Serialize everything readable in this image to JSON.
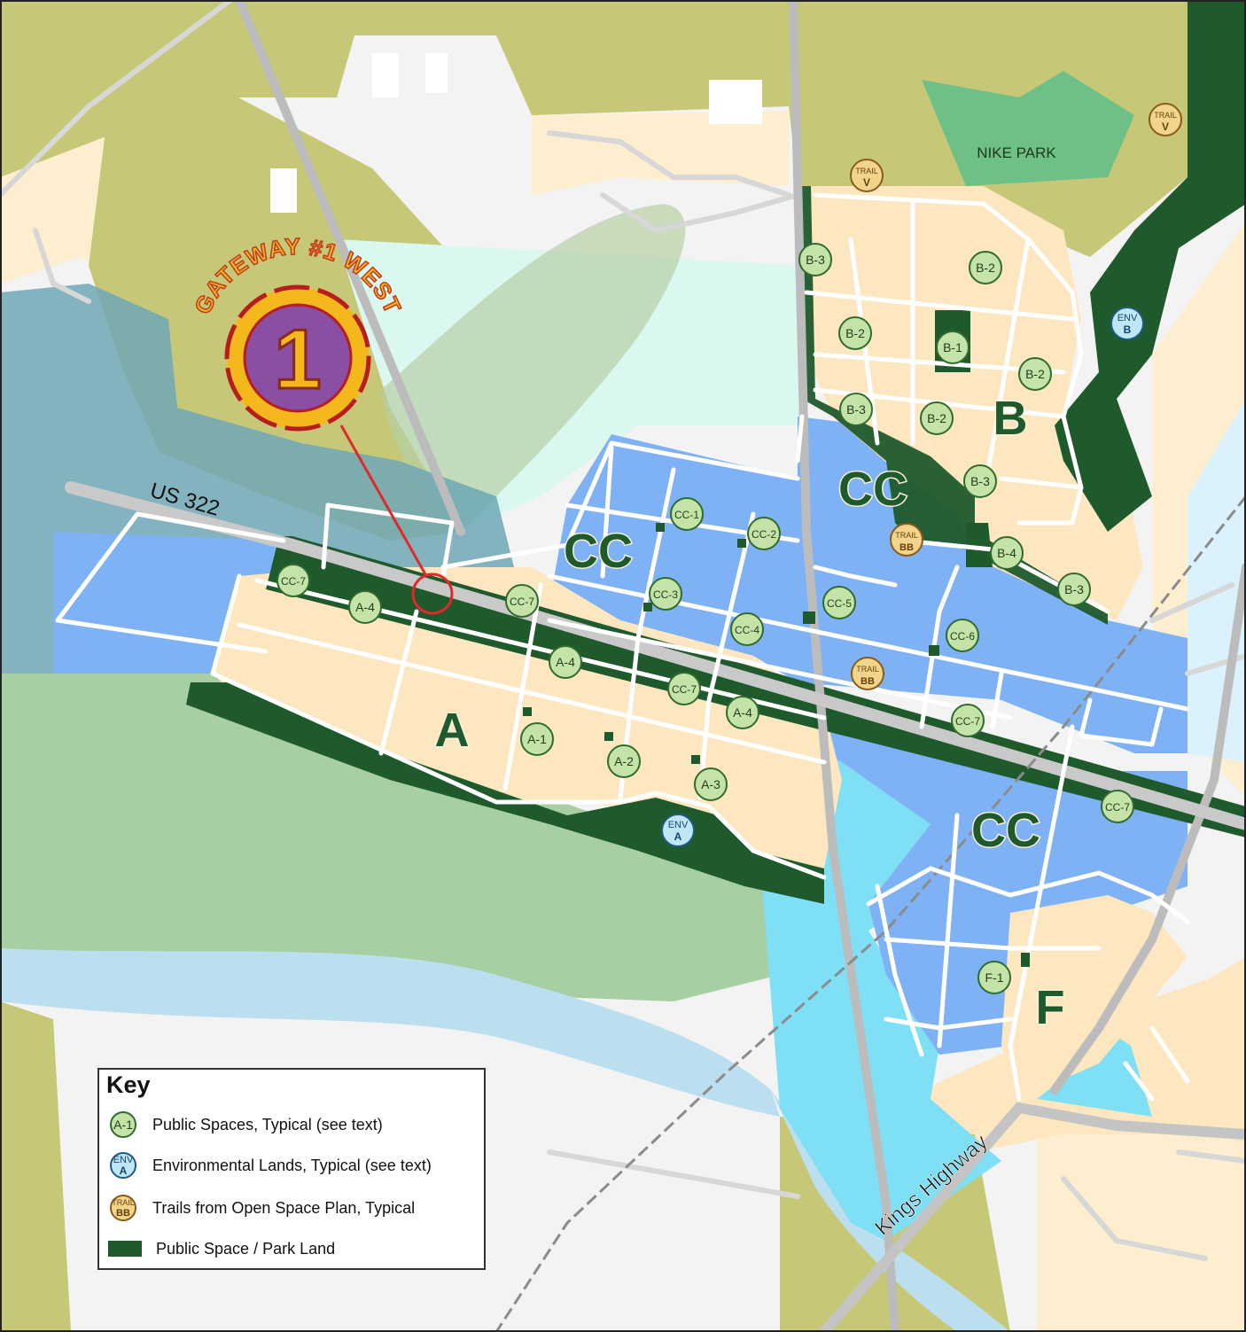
{
  "gateway": {
    "number": "1",
    "label": "GATEWAY #1 WEST"
  },
  "roads": {
    "us322": "US 322",
    "kings_highway": "Kings Highway"
  },
  "park": {
    "nike": "NIKE PARK"
  },
  "districts": {
    "a": "A",
    "b": "B",
    "cc_north": "CC",
    "cc_center": "CC",
    "cc_south": "CC",
    "f": "F"
  },
  "markers": {
    "b3_a": "B-3",
    "b2_a": "B-2",
    "b2_b": "B-2",
    "b1": "B-1",
    "b2_c": "B-2",
    "b3_b": "B-3",
    "b2_d": "B-2",
    "b3_c": "B-3",
    "b4": "B-4",
    "b3_d": "B-3",
    "cc1": "CC-1",
    "cc2": "CC-2",
    "cc3": "CC-3",
    "cc4": "CC-4",
    "cc5": "CC-5",
    "cc6": "CC-6",
    "cc7_a": "CC-7",
    "cc7_b": "CC-7",
    "cc7_c": "CC-7",
    "cc7_d": "CC-7",
    "cc7_e": "CC-7",
    "a1": "A-1",
    "a2": "A-2",
    "a3": "A-3",
    "a4_a": "A-4",
    "a4_b": "A-4",
    "a4_c": "A-4",
    "f1": "F-1"
  },
  "env": {
    "a": {
      "top": "ENV",
      "bottom": "A"
    },
    "b": {
      "top": "ENV",
      "bottom": "B"
    }
  },
  "trails": {
    "v1": {
      "top": "TRAIL",
      "bottom": "V"
    },
    "v2": {
      "top": "TRAIL",
      "bottom": "V"
    },
    "bb1": {
      "top": "TRAIL",
      "bottom": "BB"
    },
    "bb2": {
      "top": "TRAIL",
      "bottom": "BB"
    }
  },
  "key": {
    "title": "Key",
    "public_badge": "A-1",
    "public_label": "Public Spaces, Typical (see text)",
    "env_badge_top": "ENV",
    "env_badge_bottom": "A",
    "env_label": "Environmental Lands, Typical (see text)",
    "trail_badge_top": "TRAIL",
    "trail_badge_bottom": "BB",
    "trail_label": "Trails from Open Space Plan, Typical",
    "park_label": "Public Space / Park Land"
  },
  "colors": {
    "park_green": "#1f5a2c",
    "cc_blue": "#7fb2f5",
    "residential_tan": "#fde7c0",
    "open_space_olive": "#c6c877",
    "marker_green": "#c6e3a7",
    "gateway_purple": "#8a4fa3",
    "gateway_ring": "#f5b81c"
  }
}
